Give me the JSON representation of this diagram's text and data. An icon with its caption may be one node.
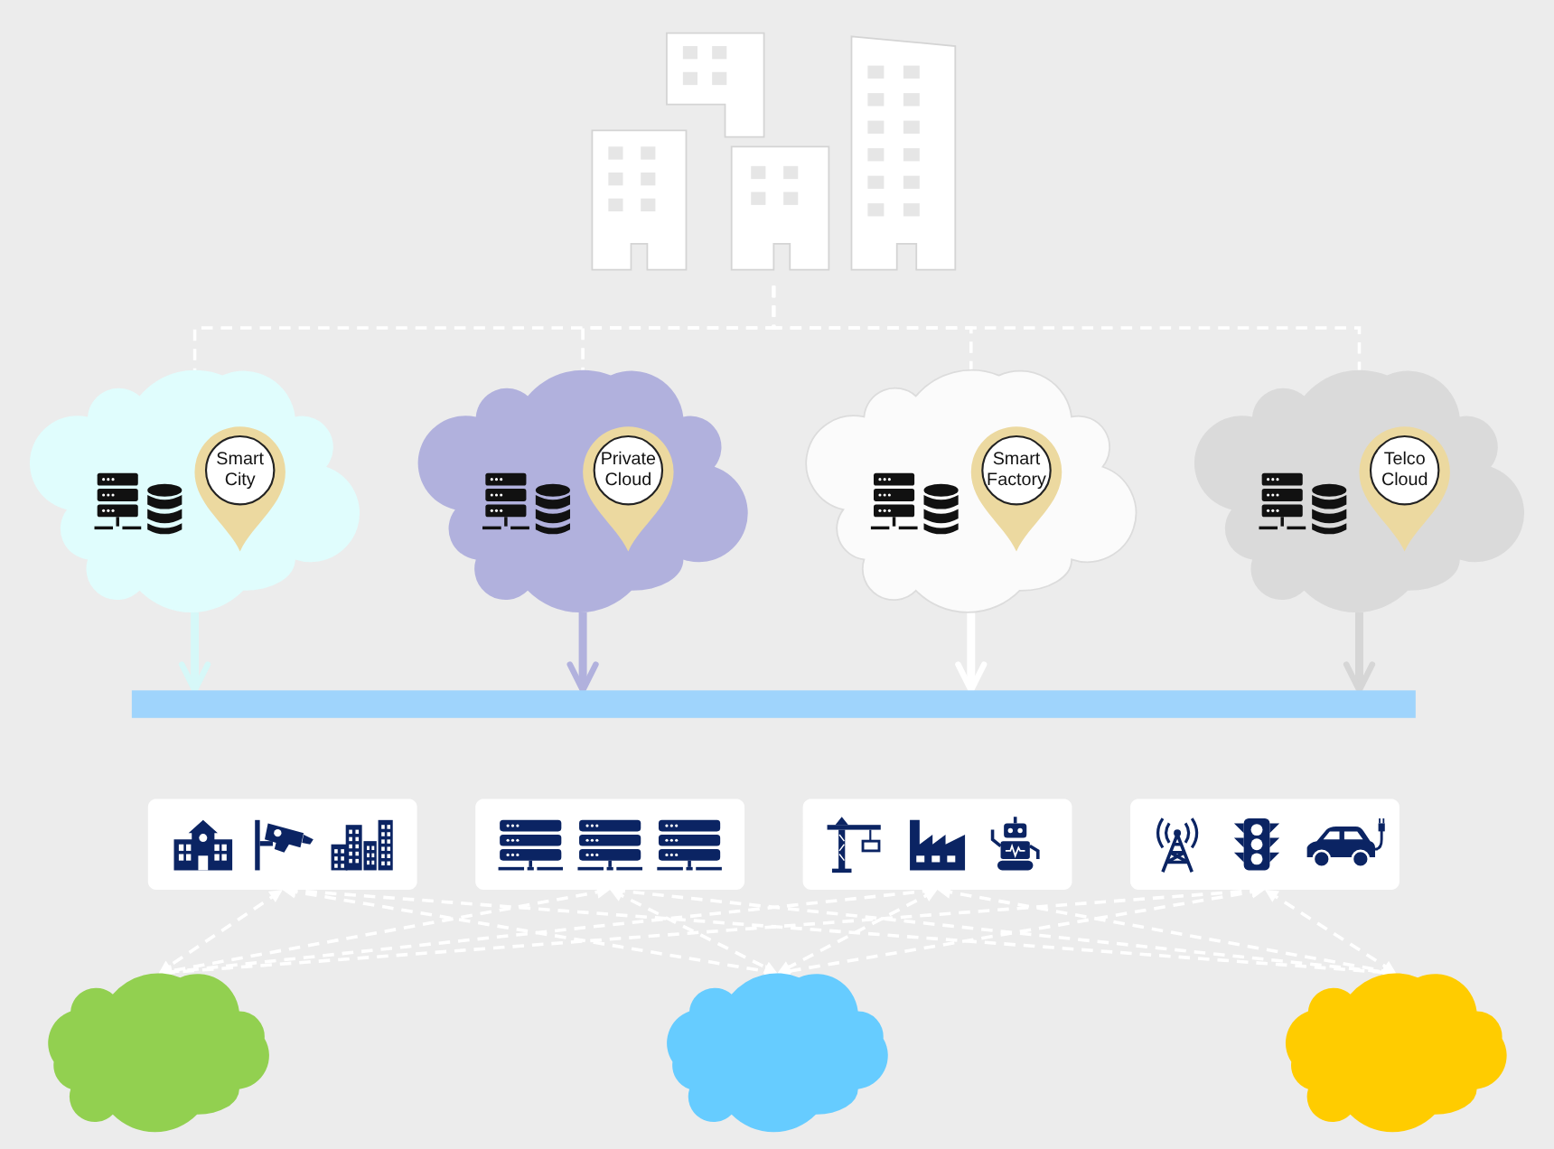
{
  "diagram": {
    "nodes": [
      {
        "text": [],
        "shape": "picture"
      },
      {
        "text": [
          "Smart City"
        ]
      },
      {
        "text": [
          "Private Cloud"
        ]
      },
      {
        "text": [
          "Smart Factory"
        ]
      },
      {
        "text": [
          "Telco Cloud"
        ]
      },
      {
        "text": [],
        "shape": "bar"
      },
      {
        "text": [],
        "shape": "box"
      },
      {
        "text": [],
        "shape": "box"
      },
      {
        "text": [],
        "shape": "box"
      },
      {
        "text": [],
        "shape": "box"
      },
      {
        "text": [],
        "shape": "cloud"
      },
      {
        "text": [],
        "shape": "cloud"
      },
      {
        "text": [],
        "shape": "cloud"
      }
    ],
    "edges": [
      {
        "from": 0,
        "to": 1,
        "arrow": "none",
        "style": "dashed"
      },
      {
        "from": 0,
        "to": 2,
        "arrow": "none",
        "style": "dashed"
      },
      {
        "from": 0,
        "to": 3,
        "arrow": "none",
        "style": "dashed"
      },
      {
        "from": 0,
        "to": 4,
        "arrow": "none",
        "style": "dashed"
      },
      {
        "from": 1,
        "to": 5,
        "arrow": "to",
        "style": "thick",
        "color": "#d6f8f8"
      },
      {
        "from": 2,
        "to": 5,
        "arrow": "to",
        "style": "thick",
        "color": "#b1b1dd"
      },
      {
        "from": 3,
        "to": 5,
        "arrow": "to",
        "style": "thick"
      },
      {
        "from": 4,
        "to": 5,
        "arrow": "to",
        "style": "thick",
        "color": "#d6d6d6"
      },
      {
        "from": 6,
        "to": 10,
        "arrow": "both",
        "style": "dashed"
      },
      {
        "from": 6,
        "to": 11,
        "arrow": "both",
        "style": "dashed"
      },
      {
        "from": 6,
        "to": 12,
        "arrow": "both",
        "style": "dashed"
      },
      {
        "from": 7,
        "to": 10,
        "arrow": "both",
        "style": "dashed"
      },
      {
        "from": 7,
        "to": 11,
        "arrow": "both",
        "style": "dashed"
      },
      {
        "from": 7,
        "to": 12,
        "arrow": "both",
        "style": "dashed"
      },
      {
        "from": 8,
        "to": 10,
        "arrow": "both",
        "style": "dashed"
      },
      {
        "from": 8,
        "to": 11,
        "arrow": "both",
        "style": "dashed"
      },
      {
        "from": 8,
        "to": 12,
        "arrow": "both",
        "style": "dashed"
      },
      {
        "from": 9,
        "to": 10,
        "arrow": "both",
        "style": "dashed"
      },
      {
        "from": 9,
        "to": 11,
        "arrow": "both",
        "style": "dashed"
      },
      {
        "from": 9,
        "to": 12,
        "arrow": "both",
        "style": "dashed"
      }
    ]
  }
}
